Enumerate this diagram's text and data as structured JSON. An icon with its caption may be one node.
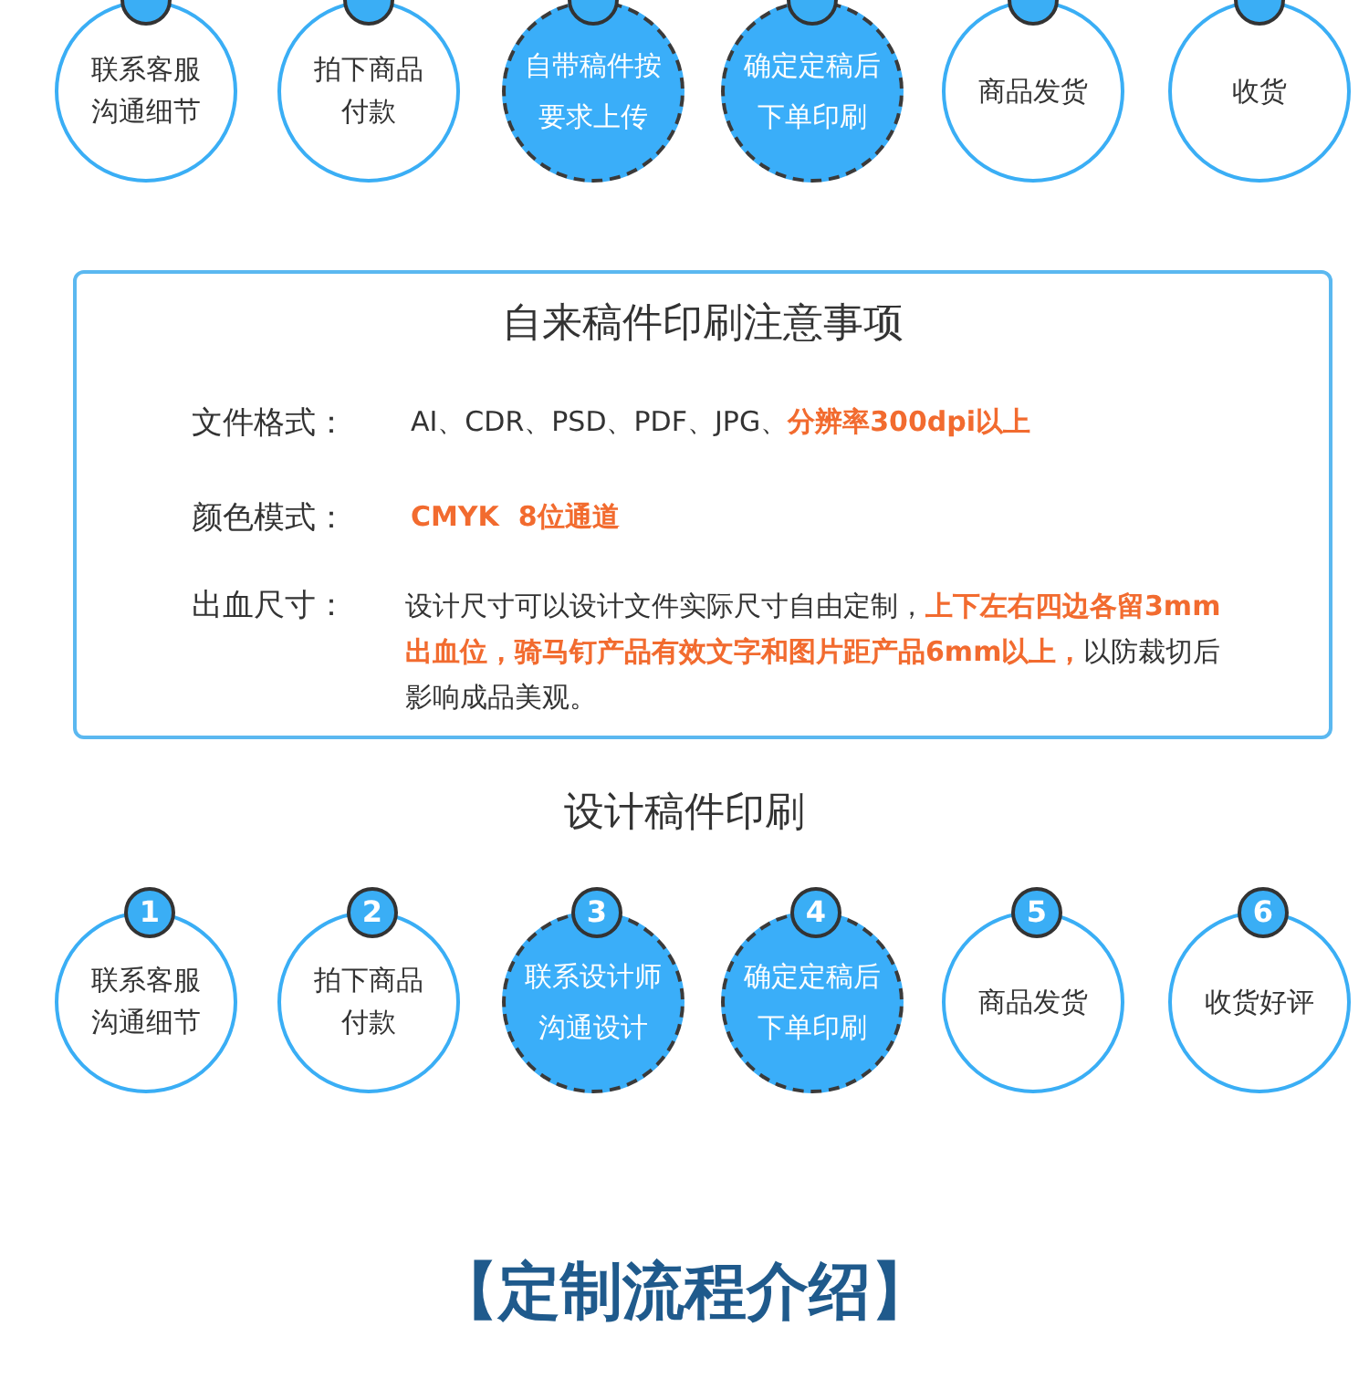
{
  "diagram": {
    "nodes": [
      {
        "text": [
          "联系客服沟通细节"
        ]
      },
      {
        "text": [
          "拍下商品付款"
        ]
      },
      {
        "text": [
          "自带稿件按要求上传"
        ]
      },
      {
        "text": [
          "确定定稿后下单印刷"
        ]
      },
      {
        "text": [
          "商品发货"
        ]
      },
      {
        "text": [
          "收货"
        ]
      },
      {
        "text": [
          "自来稿件印刷注意事项",
          "文件格式：",
          "AI、CDR、PSD、PDF、JPG、**分辨率300dpi以上**",
          "颜色模式：",
          "CMYK  8位通道",
          "出血尺寸：",
          "设计尺寸可以设计文件实际尺寸自由定制，**上下左右四边各留3mm出血位，骑马钉产品有效文字和图片距产品6mm以上，**以防裁切后影响成品美观。"
        ]
      },
      {
        "text": [
          "1",
          "联系客服沟通细节"
        ]
      },
      {
        "text": [
          "2",
          "拍下商品付款"
        ]
      },
      {
        "text": [
          "3",
          "联系设计师沟通设计"
        ]
      },
      {
        "text": [
          "4",
          "确定定稿后下单印刷"
        ]
      },
      {
        "text": [
          "5",
          "商品发货"
        ]
      },
      {
        "text": [
          "6",
          "收货好评"
        ]
      }
    ],
    "labels": [
      "设计稿件印刷",
      "【定制流程介绍】"
    ]
  }
}
